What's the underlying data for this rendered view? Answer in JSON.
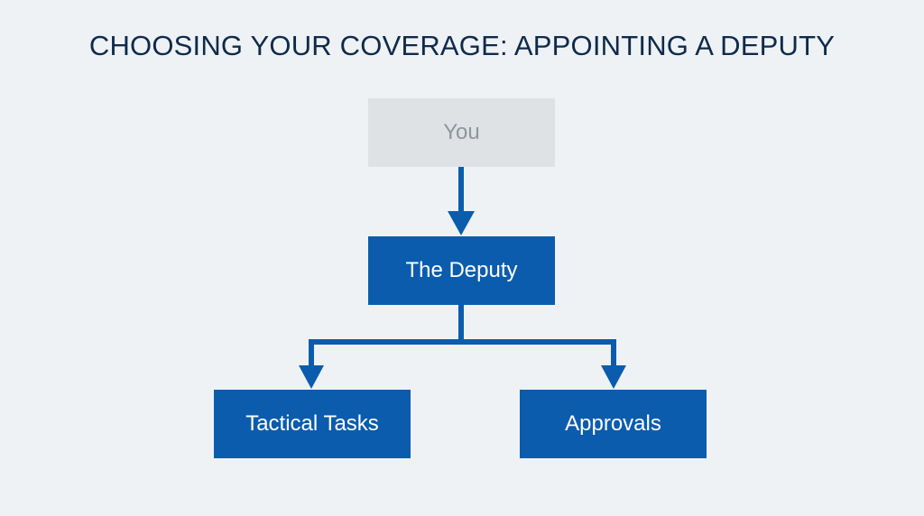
{
  "title": "CHOOSING YOUR COVERAGE: APPOINTING A DEPUTY",
  "nodes": {
    "you": "You",
    "deputy": "The Deputy",
    "tactical": "Tactical Tasks",
    "approvals": "Approvals"
  },
  "colors": {
    "background": "#eef2f5",
    "title": "#0f2a4a",
    "accent": "#0b5cad",
    "inactive_fill": "#dfe2e5",
    "inactive_text": "#8f959b"
  }
}
